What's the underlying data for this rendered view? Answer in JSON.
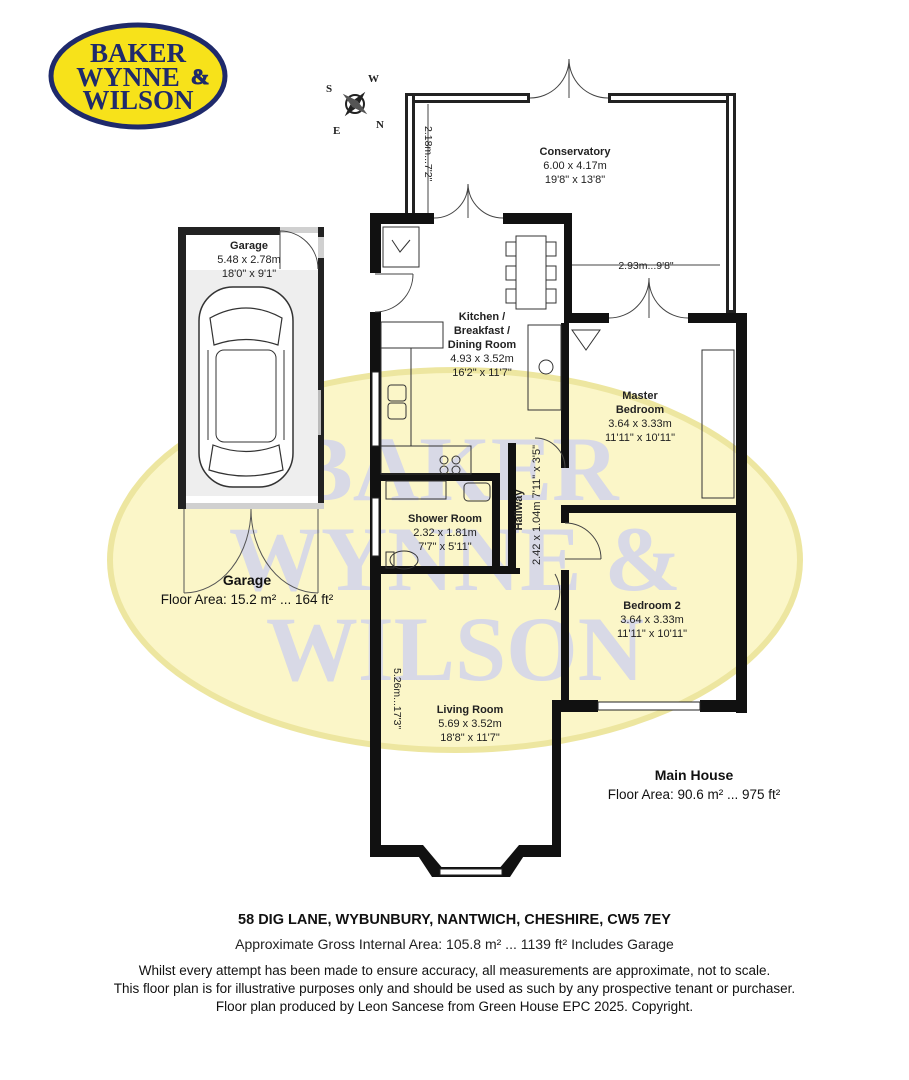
{
  "brand": {
    "logo_lines": [
      "BAKER",
      "WYNNE",
      "&",
      "WILSON"
    ],
    "logo_yellow": "#f7e21a",
    "logo_navy": "#1f2a6b"
  },
  "compass": {
    "s": "S",
    "w": "W",
    "e": "E",
    "n": "N"
  },
  "watermark": {
    "lines": [
      "BAKER",
      "WYNNE &",
      "WILSON"
    ]
  },
  "rooms": {
    "conservatory": {
      "name": "Conservatory",
      "metric": "6.00 x 4.17m",
      "imperial": "19'8\" x 13'8\""
    },
    "garage": {
      "name": "Garage",
      "metric": "5.48 x 2.78m",
      "imperial": "18'0\" x 9'1\""
    },
    "kitchen": {
      "name_lines": [
        "Kitchen /",
        "Breakfast /",
        "Dining Room"
      ],
      "metric": "4.93 x 3.52m",
      "imperial": "16'2\" x 11'7\""
    },
    "master": {
      "name_lines": [
        "Master",
        "Bedroom"
      ],
      "metric": "3.64 x 3.33m",
      "imperial": "11'11\" x 10'11\""
    },
    "shower": {
      "name": "Shower Room",
      "metric": "2.32 x 1.81m",
      "imperial": "7'7\" x 5'11\""
    },
    "hallway": {
      "name": "Hallway",
      "dims": "2.42 x 1.04m 7'11\" x 3'5\""
    },
    "bedroom2": {
      "name": "Bedroom 2",
      "metric": "3.64 x 3.33m",
      "imperial": "11'11\" x 10'11\""
    },
    "living": {
      "name": "Living Room",
      "metric": "5.69 x 3.52m",
      "imperial": "18'8\" x 11'7\""
    }
  },
  "dimension_labels": {
    "cons_width": "2.18m...7'2\"",
    "cons_gap": "2.93m...9'8\"",
    "living_len": "5.26m...17'3\""
  },
  "areas": {
    "garage": {
      "title": "Garage",
      "value": "Floor Area: 15.2 m² ... 164 ft²"
    },
    "main": {
      "title": "Main House",
      "value": "Floor Area: 90.6 m² ... 975 ft²"
    }
  },
  "footer": {
    "address": "58 DIG LANE, WYBUNBURY, NANTWICH, CHESHIRE, CW5 7EY",
    "gross_area": "Approximate Gross Internal Area: 105.8 m² ... 1139 ft² Includes Garage",
    "disclaimer": [
      "Whilst every attempt has been made to ensure accuracy, all measurements are approximate, not to scale.",
      "This floor plan is for illustrative purposes only and should be used as such by any prospective tenant or purchaser.",
      "Floor plan produced by Leon Sancese from Green House EPC 2025. Copyright."
    ]
  }
}
